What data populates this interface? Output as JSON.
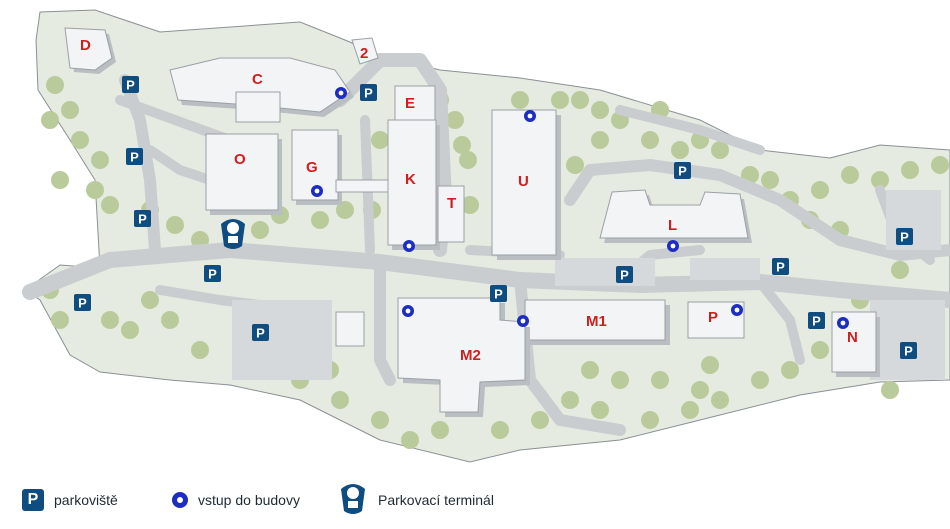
{
  "map": {
    "colors": {
      "ground": "#e6ebe1",
      "road": "#c9cdd0",
      "road_edge": "#f4f5f6",
      "building": "#f3f4f5",
      "building_shadow": "#b9bec2",
      "tree": "#b9cb9b",
      "label": "#d01e1e",
      "parking": "#0f4c7f",
      "entrance": "#1d2dc2"
    },
    "buildings": [
      {
        "id": "D",
        "label": "D"
      },
      {
        "id": "2",
        "label": "2"
      },
      {
        "id": "C",
        "label": "C"
      },
      {
        "id": "E",
        "label": "E"
      },
      {
        "id": "O",
        "label": "O"
      },
      {
        "id": "G",
        "label": "G"
      },
      {
        "id": "K",
        "label": "K"
      },
      {
        "id": "T",
        "label": "T"
      },
      {
        "id": "U",
        "label": "U"
      },
      {
        "id": "L",
        "label": "L"
      },
      {
        "id": "M1",
        "label": "M1"
      },
      {
        "id": "P",
        "label": "P"
      },
      {
        "id": "N",
        "label": "N"
      },
      {
        "id": "M2",
        "label": "M2"
      }
    ],
    "parking_symbol": "P",
    "parking_icon": "parking-sign-icon",
    "entrance_icon": "building-entrance-icon",
    "terminal_icon": "parking-terminal-icon"
  },
  "legend": {
    "parking_symbol": "P",
    "parking_label": "parkoviště",
    "entrance_label": "vstup do budovy",
    "terminal_label": "Parkovací terminál"
  }
}
